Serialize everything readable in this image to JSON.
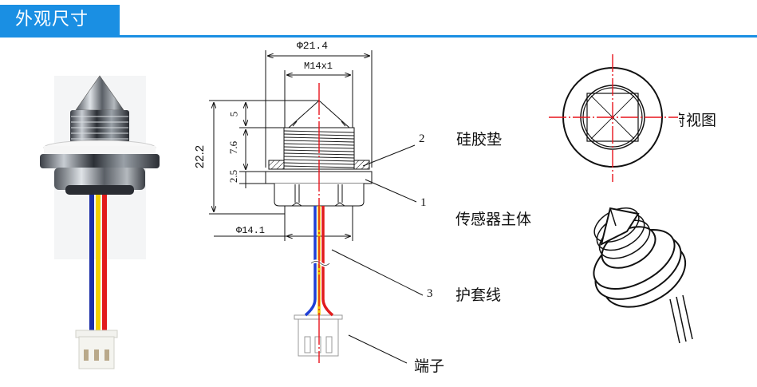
{
  "header": {
    "title": "外观尺寸"
  },
  "dimensions": {
    "outer_diameter": "Φ21.4",
    "thread": "M14x1",
    "base_diameter": "Φ14.1",
    "total_height": "22.2",
    "cone_height": "5",
    "thread_height": "7.6",
    "flange_height": "2.5"
  },
  "callouts": [
    {
      "number": "2",
      "label": "硅胶垫"
    },
    {
      "number": "1",
      "label": "传感器主体"
    },
    {
      "number": "3",
      "label": "护套线"
    },
    {
      "number": "",
      "label": "端子"
    }
  ],
  "top_view": {
    "label": "视图",
    "partial_glyph": "俯"
  },
  "colors": {
    "accent": "#1a8fe3",
    "centerline": "#e8141c",
    "wire_blue": "#1f3fd6",
    "wire_yellow": "#f3c300",
    "wire_red": "#e21c1c"
  }
}
